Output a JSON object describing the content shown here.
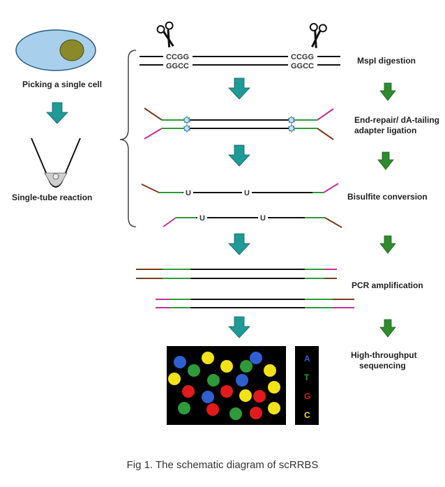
{
  "labels": {
    "cell": "Picking a single cell",
    "tube": "Single-tube reaction",
    "step1": "MspI digestion",
    "step2a": "End-repair/ dA-tailing",
    "step2b": "adapter ligation",
    "step3": "Bisulfite conversion",
    "step4": "PCR amplification",
    "step5a": "High-throughput",
    "step5b": "sequencing"
  },
  "sequences": {
    "top": "CGG",
    "bottom": "GGCC",
    "uracil": "U"
  },
  "bases": [
    "A",
    "T",
    "G",
    "C"
  ],
  "caption": "Fig 1. The schematic diagram of scRRBS",
  "colors": {
    "teal_arrow": "#1f9a96",
    "green_arrow": "#2e8b2e",
    "dna": "#111111",
    "adapter_brown": "#7a3b1e",
    "adapter_magenta": "#c0309a",
    "adapter_green": "#2e9a3a",
    "cell_body": "#a8d0ec",
    "nucleus": "#8a8a2a",
    "panel": "#000000",
    "base_A": "#2f5fd0",
    "base_T": "#2e9a3a",
    "base_G": "#e11b1b",
    "base_C": "#f2e21a"
  }
}
